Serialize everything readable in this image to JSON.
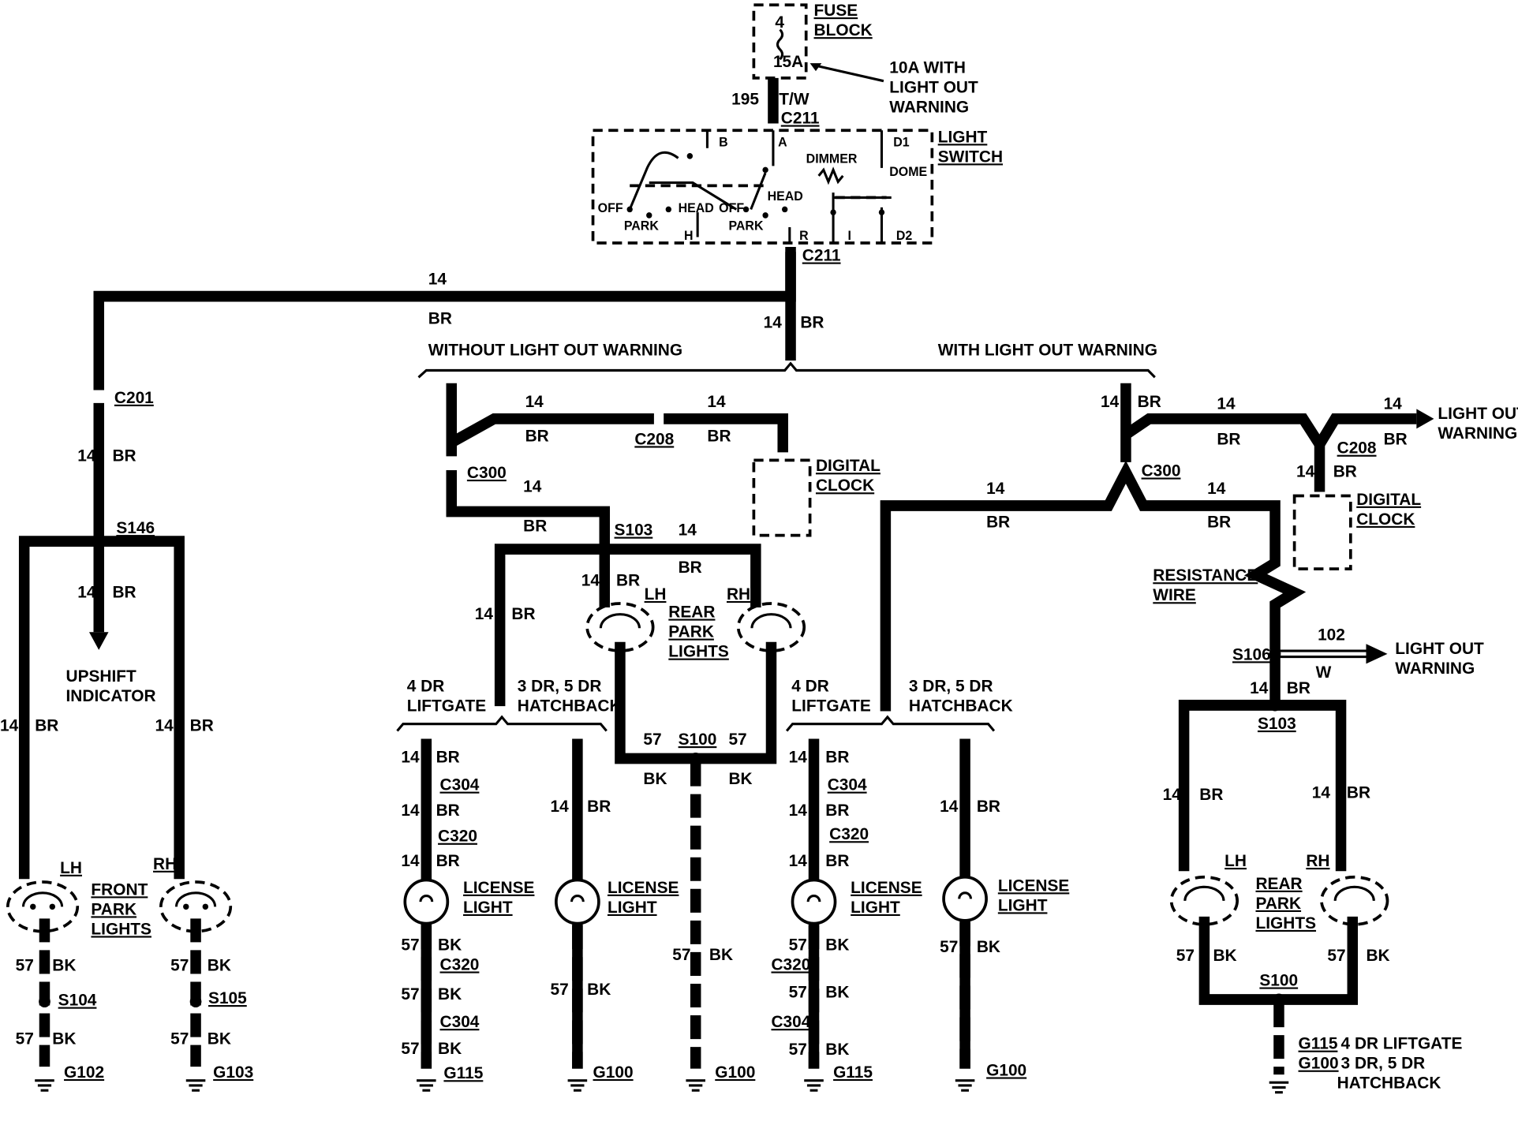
{
  "fuse_block": {
    "title1": "FUSE",
    "title2": "BLOCK",
    "fuse_num": "4",
    "rating": "15A",
    "note1": "10A WITH",
    "note2": "LIGHT OUT",
    "note3": "WARNING"
  },
  "feed": {
    "circuit": "195",
    "color": "T/W",
    "connector_top": "C211",
    "connector_bottom": "C211"
  },
  "light_switch": {
    "title1": "LIGHT",
    "title2": "SWITCH",
    "terminals": [
      "B",
      "A",
      "D1",
      "H",
      "R",
      "I",
      "D2"
    ],
    "positions": [
      "OFF",
      "PARK",
      "HEAD",
      "OFF",
      "PARK",
      "HEAD"
    ],
    "dimmer": "DIMMER",
    "dome": "DOME"
  },
  "main_run": {
    "gauge": "14",
    "color": "BR",
    "gauge2": "14",
    "color2": "BR"
  },
  "sections": {
    "without": "WITHOUT LIGHT OUT WARNING",
    "with": "WITH LIGHT OUT WARNING"
  },
  "left": {
    "c201": "C201",
    "s146": "S146",
    "g14": "14",
    "br": "BR",
    "upshift1": "UPSHIFT",
    "upshift2": "INDICATOR",
    "lh": "LH",
    "rh": "RH",
    "front1": "FRONT",
    "front2": "PARK",
    "front3": "LIGHTS",
    "g57": "57",
    "bk": "BK",
    "s104": "S104",
    "s105": "S105",
    "g102": "G102",
    "g103": "G103"
  },
  "middle": {
    "c208": "C208",
    "c300": "C300",
    "s103": "S103",
    "s100": "S100",
    "digital1": "DIGITAL",
    "digital2": "CLOCK",
    "lh": "LH",
    "rh": "RH",
    "rear1": "REAR",
    "rear2": "PARK",
    "rear3": "LIGHTS",
    "dr4_1": "4 DR",
    "dr4_2": "LIFTGATE",
    "dr35_1": "3 DR, 5 DR",
    "dr35_2": "HATCHBACK",
    "c304": "C304",
    "c320": "C320",
    "license1": "LICENSE",
    "license2": "LIGHT",
    "g115": "G115",
    "g100": "G100"
  },
  "right": {
    "c208": "C208",
    "c300": "C300",
    "resist1": "RESISTANCE",
    "resist2": "WIRE",
    "s106": "S106",
    "s103": "S103",
    "s100": "S100",
    "lo1": "LIGHT OUT",
    "lo2": "WARNING",
    "circ102": "102",
    "w": "W",
    "digital1": "DIGITAL",
    "digital2": "CLOCK",
    "lh": "LH",
    "rh": "RH",
    "rear1": "REAR",
    "rear2": "PARK",
    "rear3": "LIGHTS",
    "g115": "G115",
    "g115_note": "4 DR LIFTGATE",
    "g100": "G100",
    "g100_note": "3 DR, 5 DR",
    "g100_note2": "HATCHBACK"
  }
}
